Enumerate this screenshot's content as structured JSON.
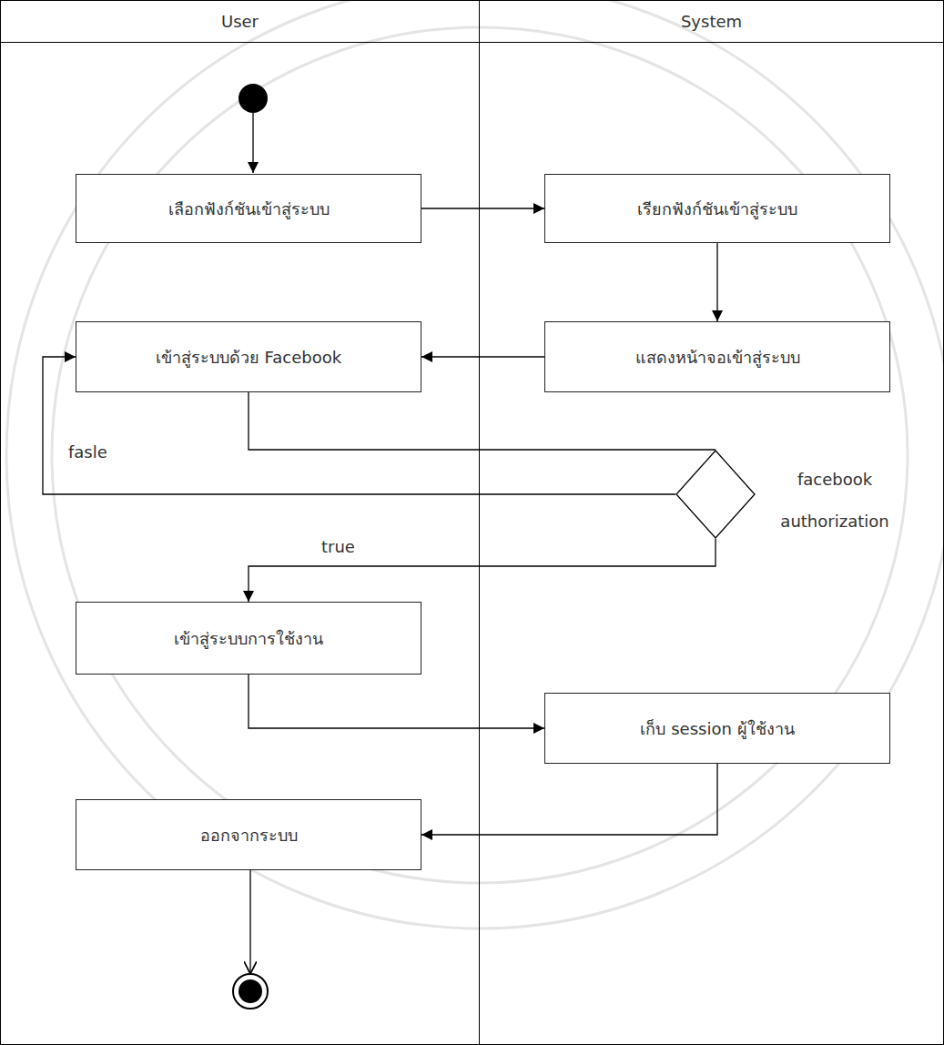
{
  "diagram": {
    "nodes": [
      {
        "text": [
          "User"
        ]
      },
      {
        "text": [
          "System"
        ]
      },
      {
        "text": [
          "เลือกฟังก์ชันเข้าสู่ระบบ"
        ],
        "in": 0
      },
      {
        "text": [
          "เรียกฟังก์ชันเข้าสู่ระบบ"
        ],
        "in": 1
      },
      {
        "text": [
          "เข้าสู่ระบบด้วย Facebook"
        ],
        "in": 0
      },
      {
        "text": [
          "แสดงหน้าจอเข้าสู่ระบบ"
        ],
        "in": 1
      },
      {
        "text": [
          "facebook authorization"
        ],
        "in": 1
      },
      {
        "text": [
          "เข้าสู่ระบบการใช้งาน"
        ],
        "in": 0
      },
      {
        "text": [
          "เก็บ session ผู้ใช้งาน"
        ],
        "in": 1
      },
      {
        "text": [
          "ออกจากระบบ"
        ],
        "in": 0
      }
    ],
    "edges": [
      {
        "from": 2,
        "to": 3,
        "arrow": "to"
      },
      {
        "from": 3,
        "to": 5,
        "arrow": "to"
      },
      {
        "from": 5,
        "to": 4,
        "arrow": "to"
      },
      {
        "from": 4,
        "to": 6,
        "arrow": "none"
      },
      {
        "from": 6,
        "to": 4,
        "label": "fasle",
        "arrow": "to"
      },
      {
        "from": 6,
        "to": 7,
        "label": "true",
        "arrow": "to"
      },
      {
        "from": 7,
        "to": 8,
        "arrow": "to"
      },
      {
        "from": 8,
        "to": 9,
        "arrow": "to"
      }
    ]
  }
}
